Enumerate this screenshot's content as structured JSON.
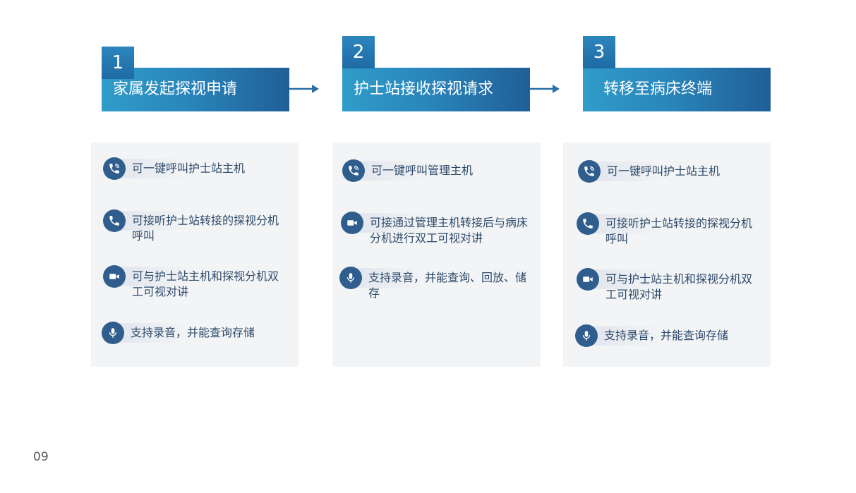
{
  "steps": [
    {
      "number": "1",
      "title": "家属发起探视申请",
      "items": [
        {
          "icon": "phone-wave-icon",
          "text": "可一键呼叫护士站主机"
        },
        {
          "icon": "phone-icon",
          "text": "可接听护士站转接的探视分机呼叫"
        },
        {
          "icon": "video-camera-icon",
          "text": "可与护士站主机和探视分机双工可视对讲"
        },
        {
          "icon": "microphone-icon",
          "text": "支持录音，并能查询存储"
        }
      ]
    },
    {
      "number": "2",
      "title": "护士站接收探视请求",
      "items": [
        {
          "icon": "phone-wave-icon",
          "text": "可一键呼叫管理主机"
        },
        {
          "icon": "video-camera-icon",
          "text": "可接通过管理主机转接后与病床分机进行双工可视对讲"
        },
        {
          "icon": "microphone-icon",
          "text": "支持录音，并能查询、回放、储存"
        }
      ]
    },
    {
      "number": "3",
      "title": "转移至病床终端",
      "items": [
        {
          "icon": "phone-wave-icon",
          "text": "可一键呼叫护士站主机"
        },
        {
          "icon": "phone-icon",
          "text": "可接听护士站转接的探视分机呼叫"
        },
        {
          "icon": "video-camera-icon",
          "text": "可与护士站主机和探视分机双工可视对讲"
        },
        {
          "icon": "microphone-icon",
          "text": "支持录音，并能查询存储"
        }
      ]
    }
  ],
  "page_number": "09",
  "colors": {
    "banner_start": "#2f9cc9",
    "banner_end": "#1f5f97",
    "icon_bg": "#2f5e8e",
    "text": "#2c4a6b",
    "card_bg": "#f3f4f6",
    "arrow": "#2a6fa8"
  }
}
